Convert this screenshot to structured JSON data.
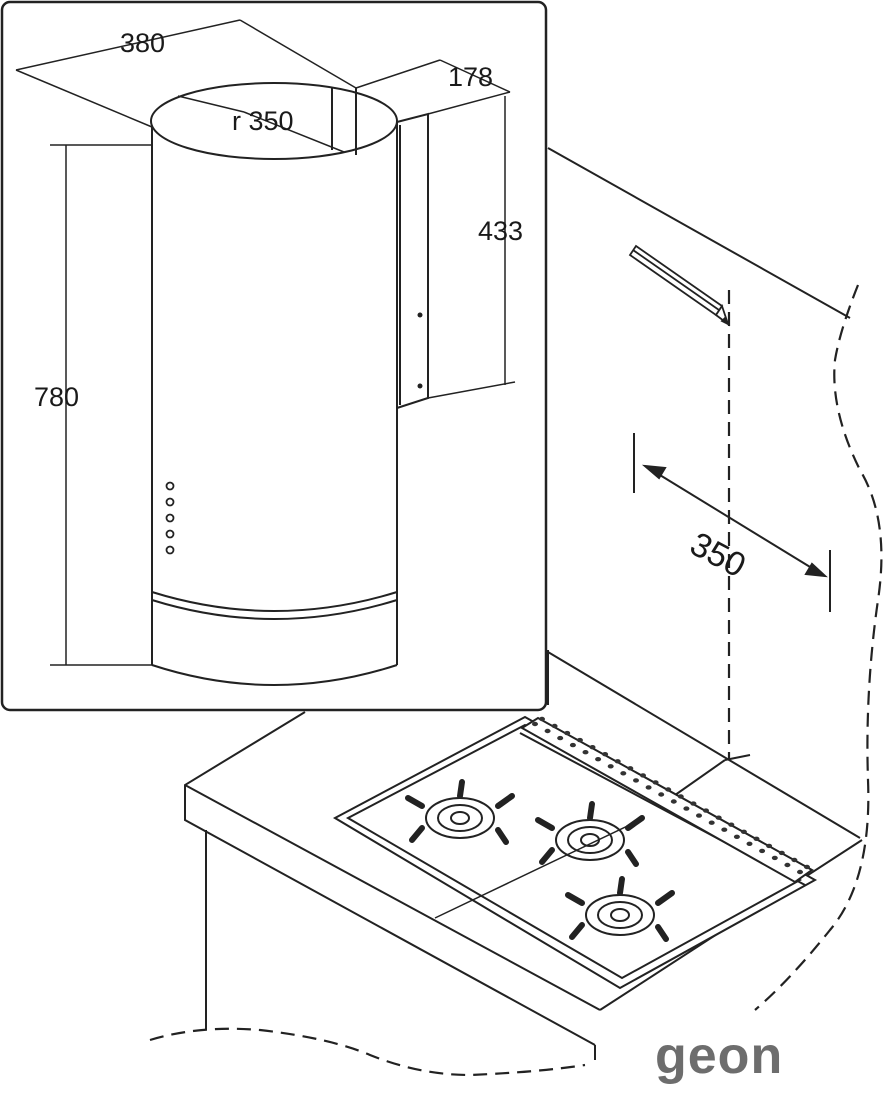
{
  "dimensions": {
    "width": "380",
    "depth": "178",
    "radius": "r 350",
    "chimney_height": "433",
    "total_height": "780",
    "wall_offset": "350"
  },
  "brand": "geon",
  "icons": {
    "pencil": "pencil-icon",
    "burner": "gas-burner-icon"
  }
}
